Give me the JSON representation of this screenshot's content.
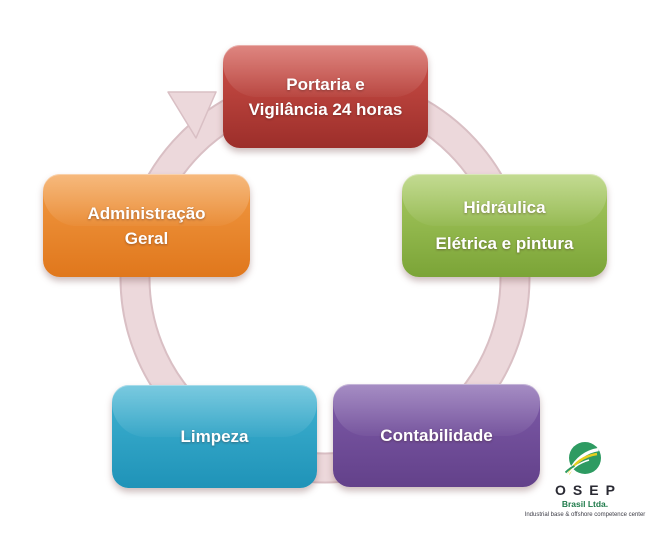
{
  "diagram": {
    "type": "cycle",
    "direction": "clockwise",
    "nodes": [
      {
        "id": "portaria",
        "label_lines": [
          "Portaria e",
          "Vigilância 24 horas"
        ],
        "color_top": "#d0524a",
        "color_bottom": "#9c2e2a",
        "position": "top"
      },
      {
        "id": "hidraulica",
        "label_lines": [
          "Hidráulica",
          "Elétrica e pintura"
        ],
        "color_top": "#a9cb63",
        "color_bottom": "#7ba437",
        "position": "right"
      },
      {
        "id": "contabilidade",
        "label_lines": [
          "Contabilidade"
        ],
        "color_top": "#7f5caa",
        "color_bottom": "#63418a",
        "position": "bottom-right"
      },
      {
        "id": "limpeza",
        "label_lines": [
          "Limpeza"
        ],
        "color_top": "#41b3d2",
        "color_bottom": "#1f93b8",
        "position": "bottom-left"
      },
      {
        "id": "administracao",
        "label_lines": [
          "Administração",
          "Geral"
        ],
        "color_top": "#f29b45",
        "color_bottom": "#e0771c",
        "position": "left"
      }
    ],
    "ring": {
      "fill": "#ecd8db",
      "edge": "#d9bfc4"
    }
  },
  "logo": {
    "name": "OSEP",
    "subtitle": "Brasil Ltda.",
    "tagline": "Industrial base & offshore competence center",
    "icon_color": "#2e9b62",
    "icon_accent": "#e6cf1f",
    "name_color": "#2a2a33",
    "subtitle_color": "#1e7a4a"
  }
}
